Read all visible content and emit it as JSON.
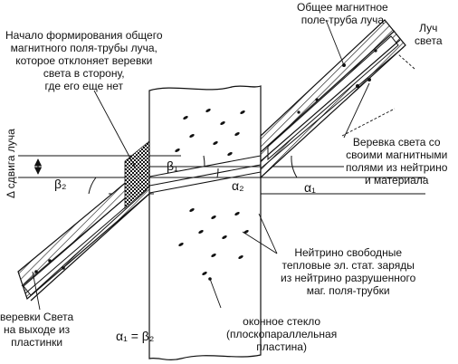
{
  "labels": {
    "common_field_top": [
      "Общее магнитное",
      "поле-труба луча"
    ],
    "light_ray": [
      "Луч",
      "света"
    ],
    "field_start": [
      "Начало формирования общего",
      "магнитного поля-трубы луча,",
      "которое отклоняет веревки",
      "света в сторону,",
      "где его еще нет"
    ],
    "shift_label": "Δ сдвига луча",
    "beta1": "β₁",
    "beta2": "β₂",
    "alpha2": "α₂",
    "alpha1": "α₁",
    "light_ropes": [
      "Веревка света со",
      "своими магнитными",
      "полями из нейтрино",
      "и материала"
    ],
    "neutrino": [
      "Нейтрино свободные",
      "тепловые эл. стат. заряды",
      "из нейтрино разрушенного",
      "маг. поля-трубки"
    ],
    "ropes_exit": [
      "веревки Света",
      "на выходе из",
      "пластинки"
    ],
    "equation": "α₁ = β₂",
    "glass": [
      "оконное стекло",
      "(плоскопараллельная",
      "пластина)"
    ]
  },
  "colors": {
    "ink": "#111111",
    "background": "#ffffff"
  }
}
